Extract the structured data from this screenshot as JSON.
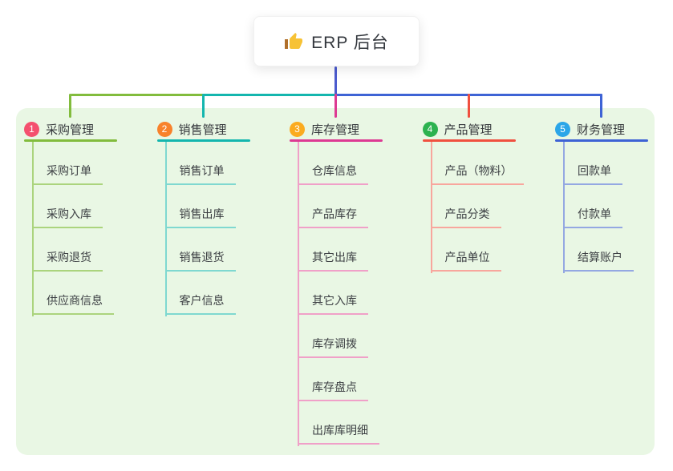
{
  "root": {
    "icon": "thumbs-up-icon",
    "label": "ERP 后台"
  },
  "colors": {
    "trunk": "#4c5bce",
    "panel_bg": "#e9f7e4",
    "text": "#36393d"
  },
  "branches": [
    {
      "num": "1",
      "label": "采购管理",
      "badge_color": "#f4506e",
      "line_color": "#82bc3d",
      "child_line_color": "#abd47d",
      "children": [
        "采购订单",
        "采购入库",
        "采购退货",
        "供应商信息"
      ]
    },
    {
      "num": "2",
      "label": "销售管理",
      "badge_color": "#f8822b",
      "line_color": "#14b6ae",
      "child_line_color": "#7fd8d0",
      "children": [
        "销售订单",
        "销售出库",
        "销售退货",
        "客户信息"
      ]
    },
    {
      "num": "3",
      "label": "库存管理",
      "badge_color": "#fbab1f",
      "line_color": "#dd3a93",
      "child_line_color": "#f0a0c8",
      "children": [
        "仓库信息",
        "产品库存",
        "其它出库",
        "其它入库",
        "库存调拨",
        "库存盘点",
        "出库库明细"
      ]
    },
    {
      "num": "4",
      "label": "产品管理",
      "badge_color": "#2cb24f",
      "line_color": "#f0503f",
      "child_line_color": "#f8a69d",
      "children": [
        "产品（物料）",
        "产品分类",
        "产品单位"
      ]
    },
    {
      "num": "5",
      "label": "财务管理",
      "badge_color": "#2ba6e8",
      "line_color": "#3e63d5",
      "child_line_color": "#94a8e2",
      "children": [
        "回款单",
        "付款单",
        "结算账户"
      ]
    }
  ]
}
